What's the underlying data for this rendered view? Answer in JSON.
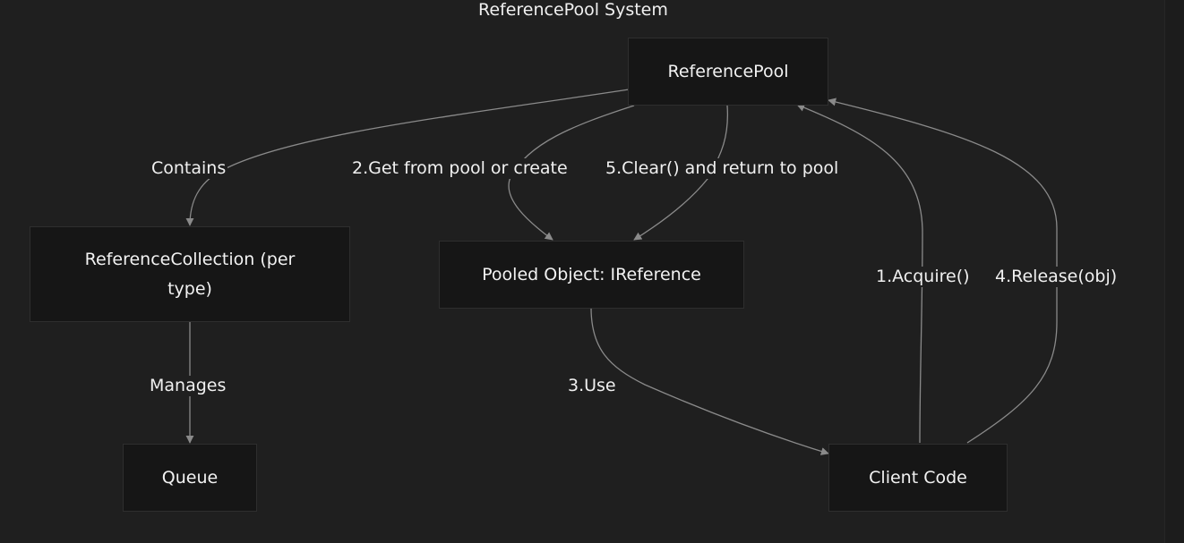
{
  "diagram": {
    "title": "ReferencePool System",
    "nodes": {
      "reference_pool": "ReferencePool",
      "reference_collection": "ReferenceCollection (per type)",
      "pooled_object": "Pooled Object: IReference",
      "queue": "Queue",
      "client_code": "Client Code"
    },
    "edges": {
      "contains": "Contains",
      "get_from_pool": "2.Get from pool or create",
      "clear_and_return": "5.Clear() and return to pool",
      "manages": "Manages",
      "use": "3.Use",
      "acquire": "1.Acquire()",
      "release": "4.Release(obj)"
    }
  },
  "colors": {
    "background": "#1f1f1f",
    "node_fill": "#161616",
    "node_border": "#2e2e2e",
    "edge": "#8a8a8a",
    "text": "#f0f0f0"
  }
}
